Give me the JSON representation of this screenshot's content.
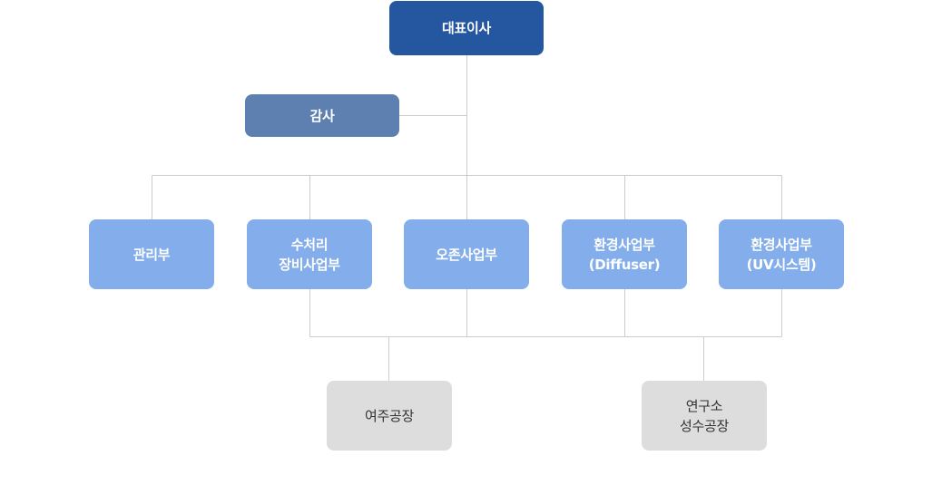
{
  "org": {
    "ceo": {
      "label": "대표이사"
    },
    "audit": {
      "label": "감사"
    },
    "departments": [
      {
        "lines": [
          "관리부"
        ]
      },
      {
        "lines": [
          "수처리",
          "장비사업부"
        ]
      },
      {
        "lines": [
          "오존사업부"
        ]
      },
      {
        "lines": [
          "환경사업부",
          "(Diffuser)"
        ]
      },
      {
        "lines": [
          "환경사업부",
          "(UV시스템)"
        ]
      }
    ],
    "sites": [
      {
        "lines": [
          "여주공장"
        ]
      },
      {
        "lines": [
          "연구소",
          "성수공장"
        ]
      }
    ]
  },
  "colors": {
    "ceo": "#2557a0",
    "audit": "#5e80b0",
    "department": "#83adeb",
    "site": "#dddddd",
    "connector": "#cccccc"
  }
}
